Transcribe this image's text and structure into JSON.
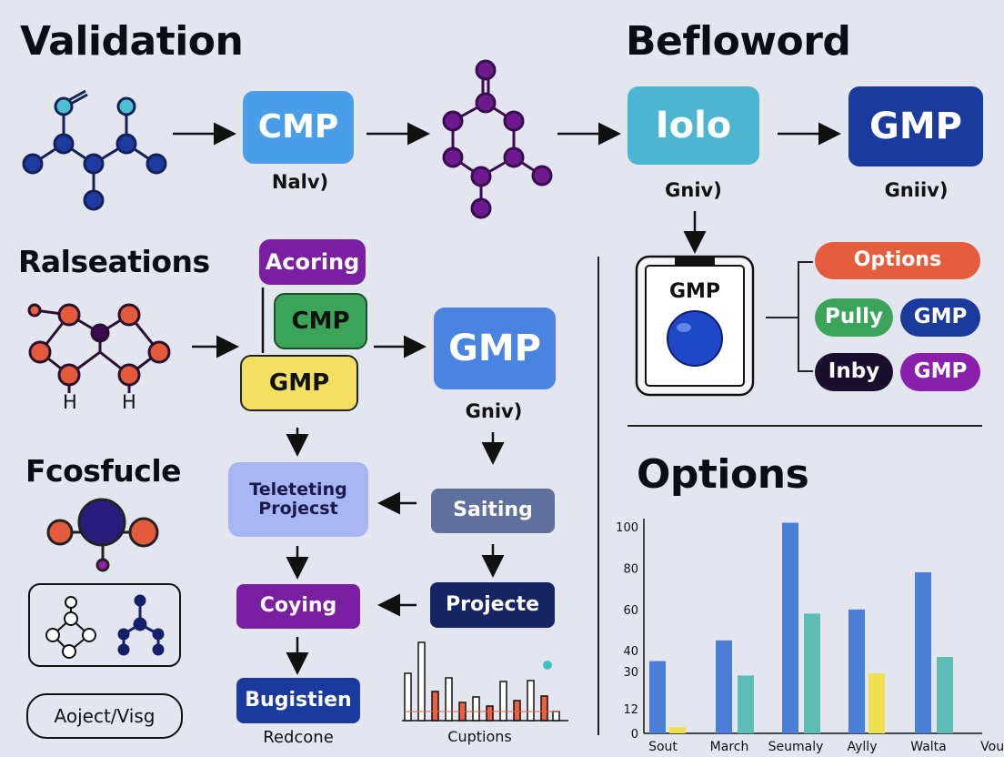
{
  "headings": {
    "validation": "Validation",
    "befloword": "Befloword",
    "ralseations": "Ralseations",
    "fcosfucle": "Fcosfucle",
    "options": "Options"
  },
  "row1": {
    "cmp_box": "CMP",
    "cmp_caption": "Nalv)",
    "iolo_box": "Iolo",
    "iolo_caption": "Gniv)",
    "gmp_box": "GMP",
    "gmp_caption": "Gniiv)"
  },
  "row2": {
    "acoring": "Acoring",
    "cmp": "CMP",
    "gmp": "GMP",
    "gmp_big": "GMP",
    "gmp_big_caption": "Gniv)",
    "h_label_1": "H",
    "h_label_2": "H"
  },
  "device": {
    "label": "GMP",
    "options": "Options",
    "pully": "Pully",
    "gmp_1": "GMP",
    "inby": "Inby",
    "gmp_2": "GMP"
  },
  "flow": {
    "teleteting": "Teleteting\nProjecst",
    "saiting": "Saiting",
    "coying": "Coying",
    "projecte": "Projecte",
    "bugistien": "Bugistien",
    "redcone": "Redcone",
    "cuptions": "Cuptions",
    "aoject": "Aoject/Visg"
  },
  "colors": {
    "blue_light": "#4a9de8",
    "teal": "#4cb6d2",
    "navy": "#1b3a9e",
    "purple": "#7b1fa2",
    "green": "#3ca45a",
    "yellow": "#f3e060",
    "orange_red": "#e65d3e",
    "lavender": "#a9b6f5",
    "slate": "#5f6f9e",
    "dark_navy": "#152463"
  },
  "chart_data": {
    "type": "bar",
    "categories": [
      "Sout",
      "March",
      "Seumaly",
      "Aylly",
      "Walta",
      "Vour"
    ],
    "yticks": [
      "0",
      "12",
      "30",
      "40",
      "60",
      "80",
      "100"
    ],
    "series": [
      {
        "color": "#4a7fd8",
        "values": [
          35,
          45,
          102,
          60,
          78
        ]
      },
      {
        "color": "#5bbdb4",
        "values": [
          null,
          28,
          58,
          null,
          37
        ]
      },
      {
        "color": "#f0df4e",
        "values": [
          3,
          null,
          null,
          29,
          null
        ]
      }
    ]
  }
}
